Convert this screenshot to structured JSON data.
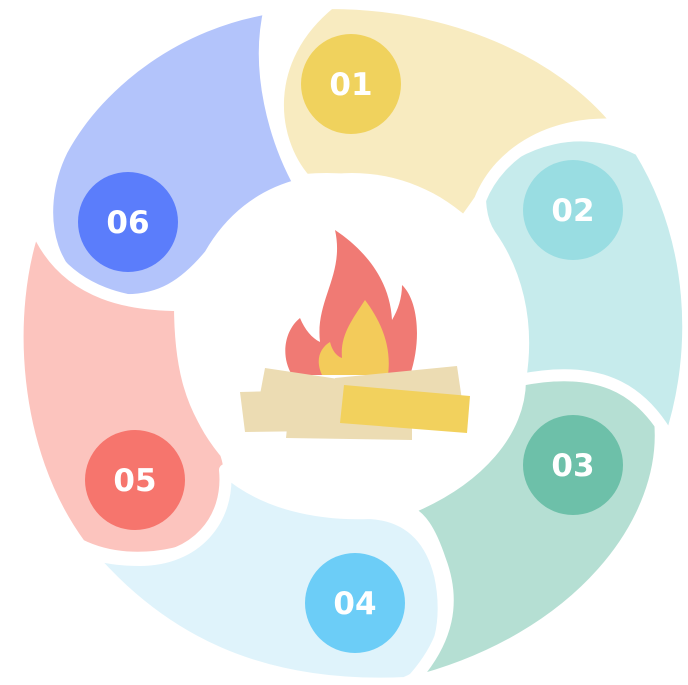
{
  "steps": [
    {
      "label": "01",
      "band_color": "#f8ebc0",
      "circle_color": "#f0d25d"
    },
    {
      "label": "02",
      "band_color": "#c6ebec",
      "circle_color": "#99dde2"
    },
    {
      "label": "03",
      "band_color": "#b5dfd3",
      "circle_color": "#6dc0a9"
    },
    {
      "label": "04",
      "band_color": "#dff3fb",
      "circle_color": "#6ccdf7"
    },
    {
      "label": "05",
      "band_color": "#fcc4be",
      "circle_color": "#f6756d"
    },
    {
      "label": "06",
      "band_color": "#b3c4fb",
      "circle_color": "#5b7dfb"
    }
  ],
  "center_icon": "campfire-icon",
  "colors": {
    "flame_outer": "#f07a74",
    "flame_inner": "#f3cb5a",
    "log_light": "#ecdcb3",
    "log_dark": "#f2d15d"
  }
}
